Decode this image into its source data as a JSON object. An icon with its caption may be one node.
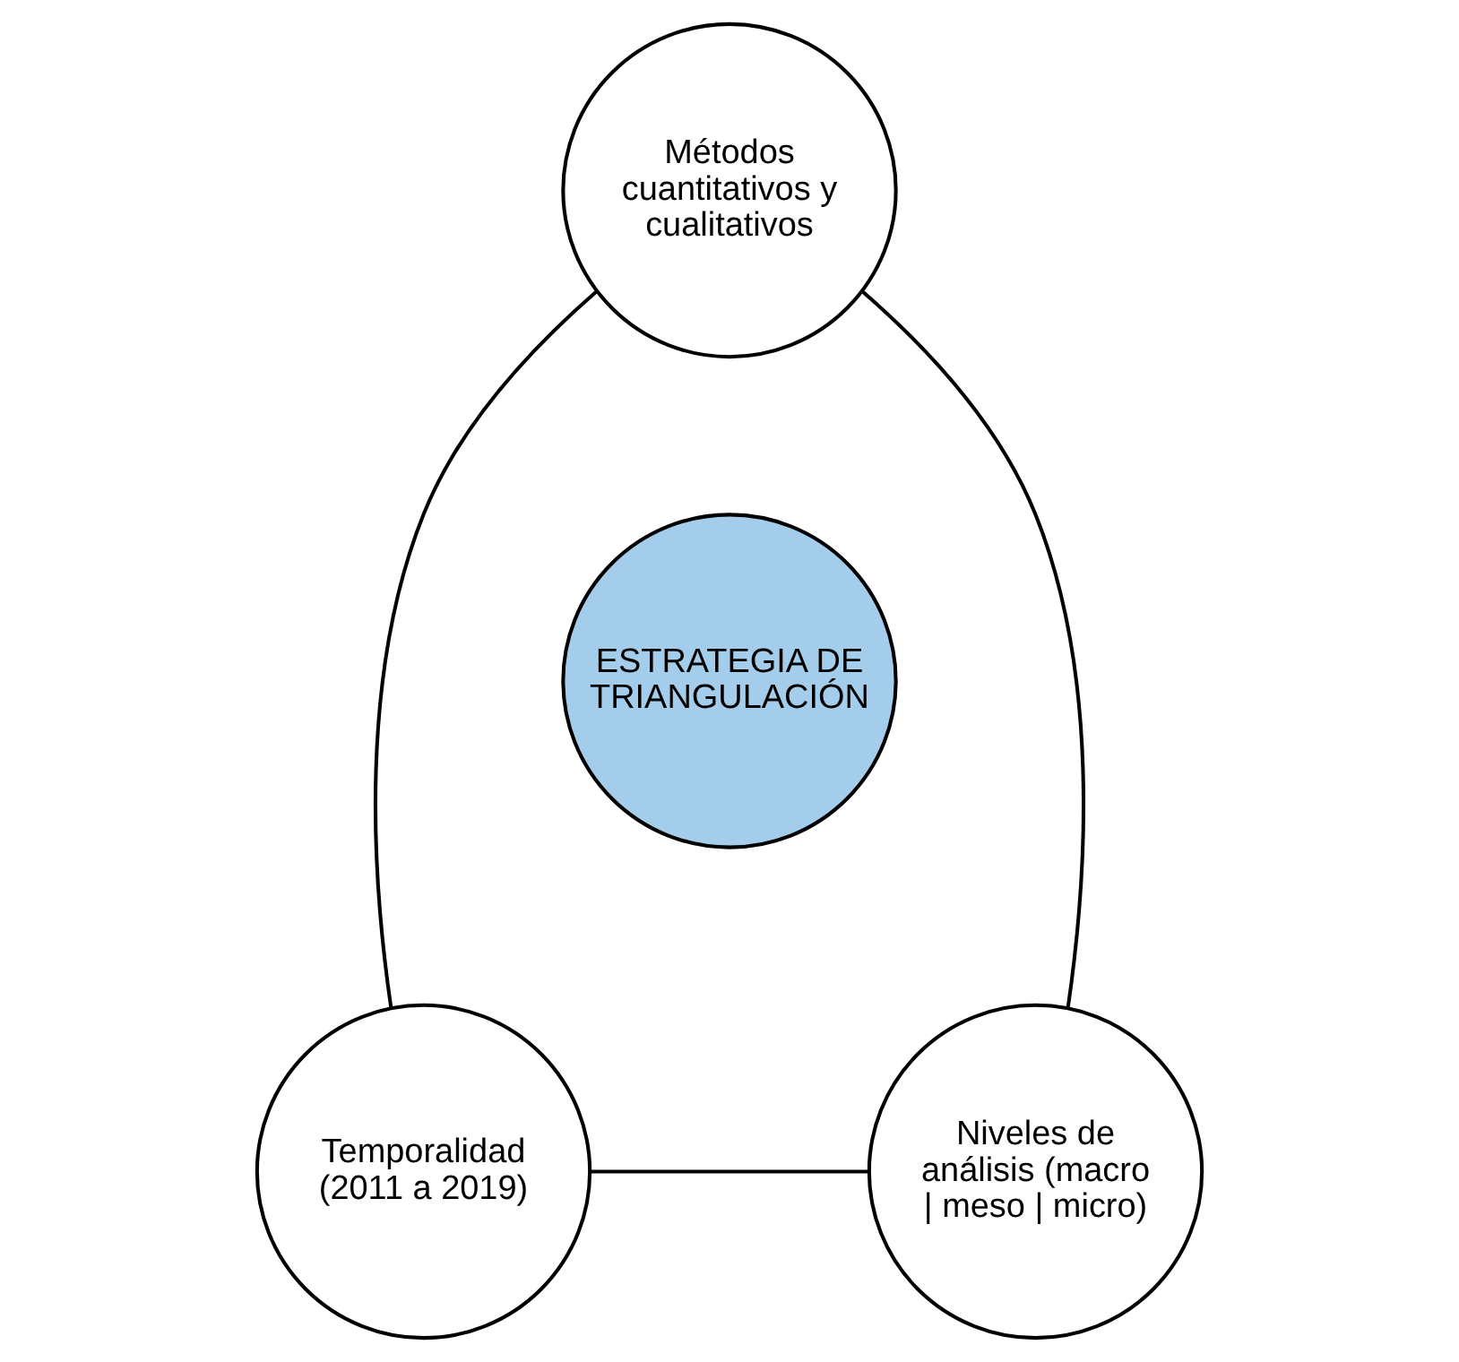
{
  "diagram": {
    "nodes": [
      {
        "text": [
          "Métodos cuantitativos y cualitativos"
        ]
      },
      {
        "text": [
          "ESTRATEGIA DE TRIANGULACIÓN"
        ]
      },
      {
        "text": [
          "Niveles de análisis (macro | meso | micro)"
        ]
      },
      {
        "text": [
          "Temporalidad (2011 a 2019)"
        ]
      }
    ],
    "edges": [
      {
        "from": 0,
        "to": 3,
        "arrow": "none"
      },
      {
        "from": 3,
        "to": 2,
        "arrow": "none"
      },
      {
        "from": 2,
        "to": 0,
        "arrow": "none"
      }
    ]
  }
}
